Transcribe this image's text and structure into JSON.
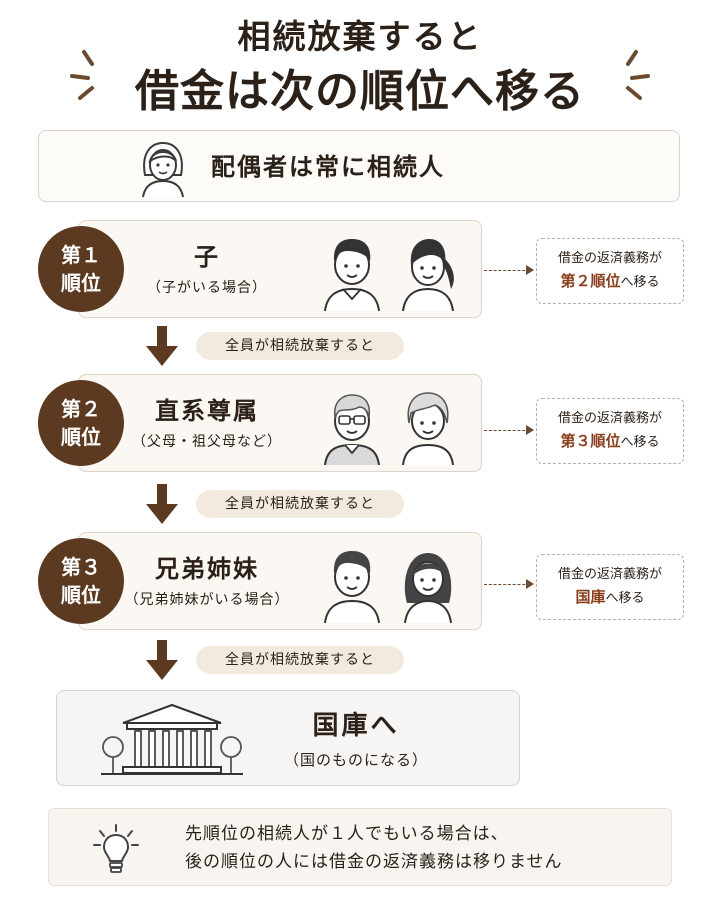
{
  "title": {
    "line1": "相続放棄すると",
    "line2": "借金は次の順位へ移る"
  },
  "spouse": {
    "label": "配偶者は常に相続人"
  },
  "ranks": [
    {
      "badge_top": "第１",
      "badge_bottom": "順位",
      "title": "子",
      "subtitle": "（子がいる場合）",
      "note_line1": "借金の返済義務が",
      "note_emphasis": "第２順位",
      "note_suffix": "へ移る"
    },
    {
      "badge_top": "第２",
      "badge_bottom": "順位",
      "title": "直系尊属",
      "subtitle": "（父母・祖父母など）",
      "note_line1": "借金の返済義務が",
      "note_emphasis": "第３順位",
      "note_suffix": "へ移る"
    },
    {
      "badge_top": "第３",
      "badge_bottom": "順位",
      "title": "兄弟姉妹",
      "subtitle": "（兄弟姉妹がいる場合）",
      "note_line1": "借金の返済義務が",
      "note_emphasis": "国庫",
      "note_suffix": "へ移る"
    }
  ],
  "connector_label": "全員が相続放棄すると",
  "treasury": {
    "title": "国庫へ",
    "subtitle": "（国のものになる）"
  },
  "footer": {
    "line1": "先順位の相続人が１人でもいる場合は、",
    "line2": "後の順位の人には借金の返済義務は移りません"
  },
  "icons": {
    "spouse": "woman-avatar-icon",
    "rank1": [
      "boy-avatar-icon",
      "girl-avatar-icon"
    ],
    "rank2": [
      "grandfather-avatar-icon",
      "grandmother-avatar-icon"
    ],
    "rank3": [
      "brother-avatar-icon",
      "sister-avatar-icon"
    ],
    "treasury": "government-building-icon",
    "footer": "lightbulb-icon"
  },
  "colors": {
    "badge": "#5b3a21",
    "emphasis": "#8a3e1d",
    "pill": "#f3eadf",
    "rank_box": "#fbf7f3"
  }
}
